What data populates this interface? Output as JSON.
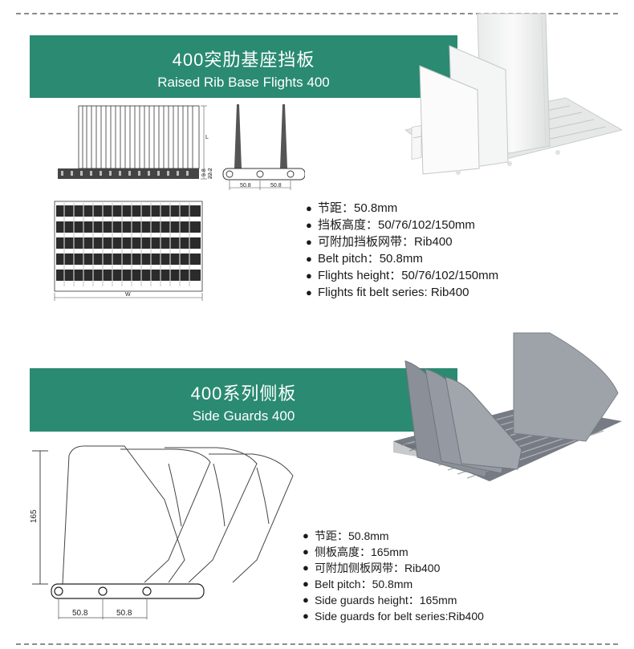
{
  "section1": {
    "title_cn": "400突肋基座挡板",
    "title_en": "Raised Rib Base Flights 400",
    "drawing_dims": {
      "pitch_a": "50.8",
      "pitch_b": "50.8",
      "height_label": "L",
      "side_h": "9.8",
      "side_t": "22.2",
      "width_label": "W"
    },
    "specs": [
      "节距：50.8mm",
      "挡板高度：50/76/102/150mm",
      "可附加挡板网带：Rib400",
      "Belt pitch：50.8mm",
      "Flights height：50/76/102/150mm",
      "Flights fit belt series: Rib400"
    ]
  },
  "section2": {
    "title_cn": "400系列侧板",
    "title_en": "Side Guards 400",
    "drawing_dims": {
      "height": "165",
      "pitch_a": "50.8",
      "pitch_b": "50.8"
    },
    "specs": [
      "节距：50.8mm",
      "侧板高度：165mm",
      "可附加侧板网带：Rib400",
      "Belt pitch：50.8mm",
      "Side guards height：165mm",
      "Side guards for belt series:Rib400"
    ]
  },
  "colors": {
    "banner": "#2a8a72",
    "flight_photo": "#f2f3f3",
    "sideguard_photo": "#8e949c"
  }
}
